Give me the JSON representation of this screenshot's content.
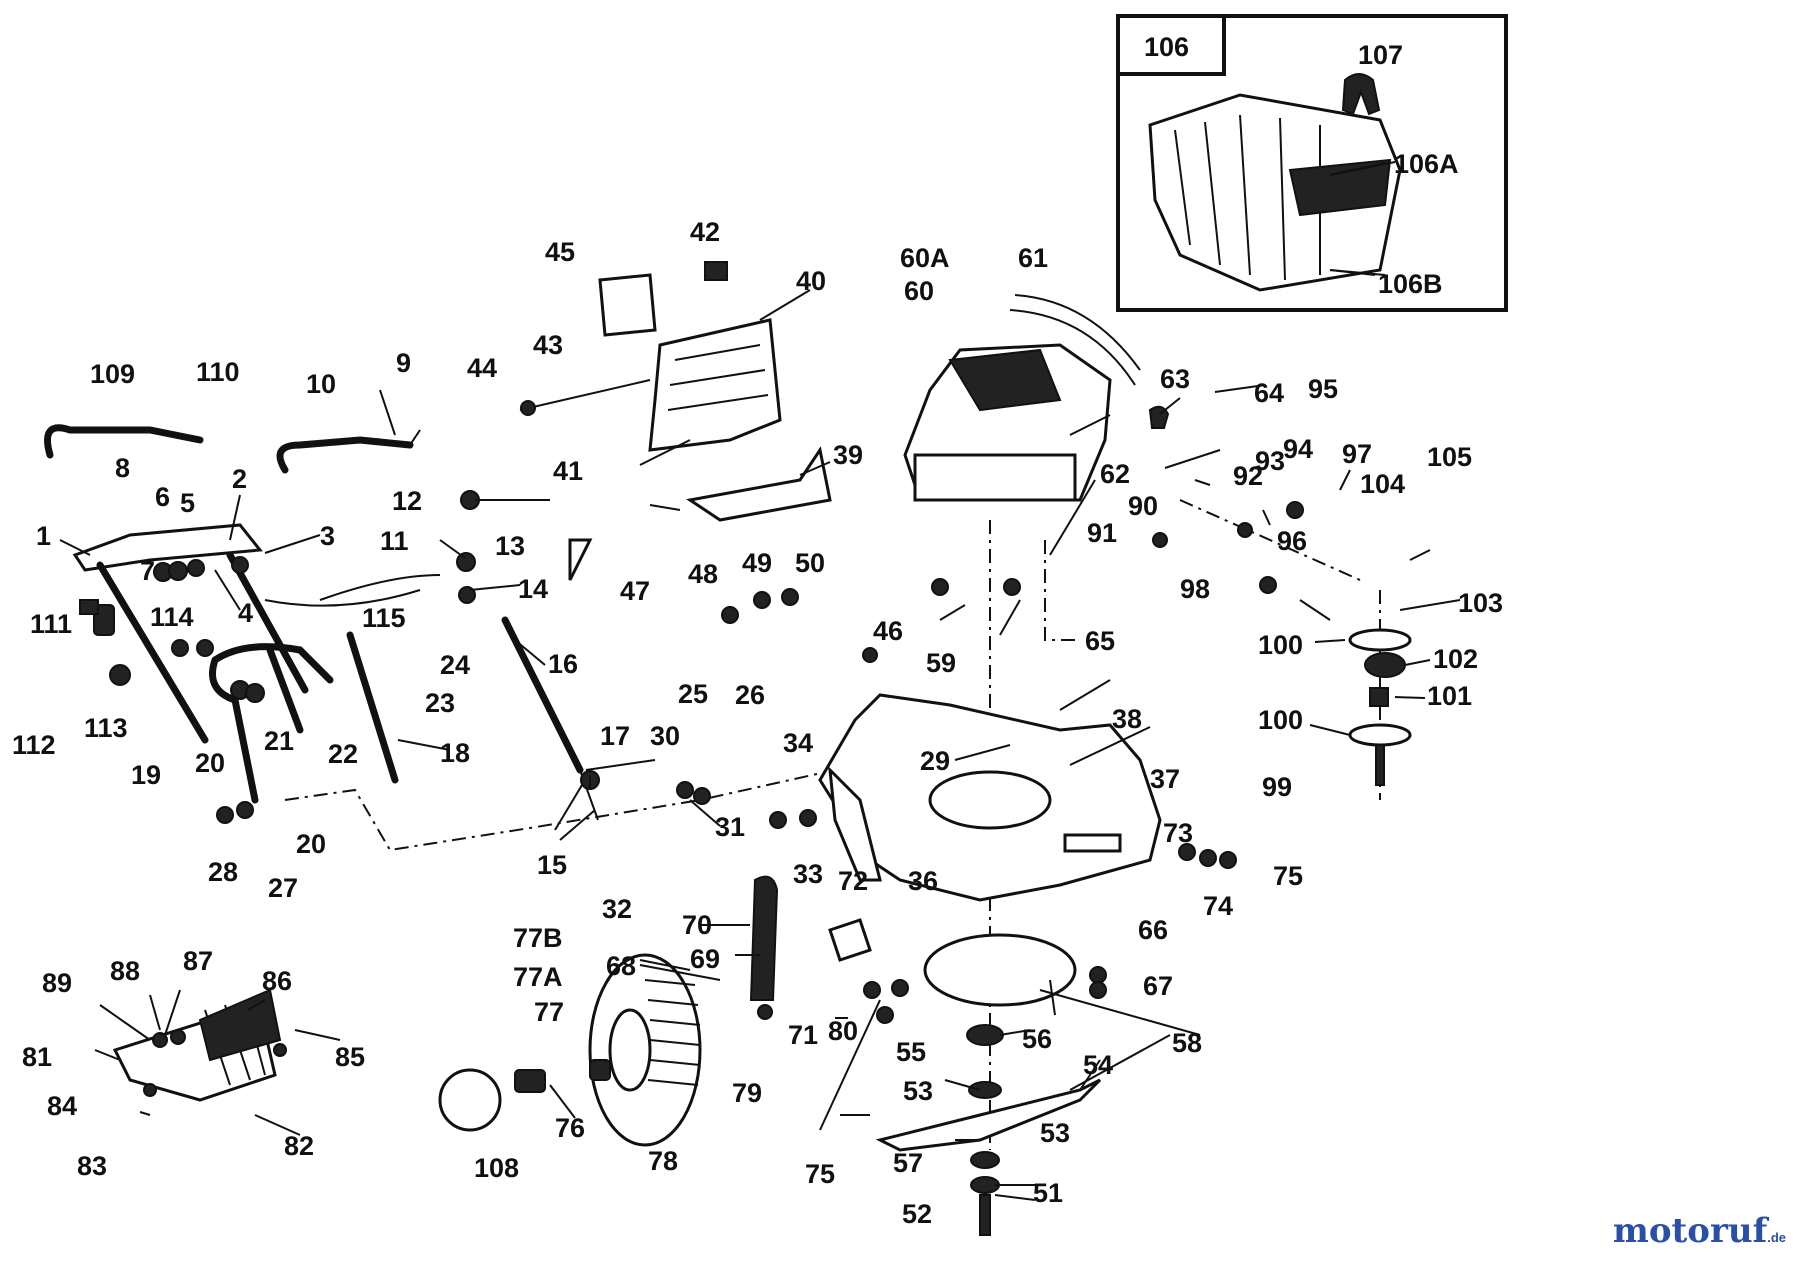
{
  "inset": {
    "title": "106"
  },
  "labels": [
    "1",
    "2",
    "3",
    "4",
    "5",
    "6",
    "7",
    "8",
    "9",
    "10",
    "11",
    "12",
    "13",
    "14",
    "15",
    "16",
    "17",
    "18",
    "19",
    "20",
    "20",
    "21",
    "22",
    "23",
    "24",
    "25",
    "26",
    "27",
    "28",
    "29",
    "30",
    "31",
    "32",
    "33",
    "34",
    "36",
    "37",
    "38",
    "39",
    "40",
    "41",
    "42",
    "43",
    "44",
    "45",
    "46",
    "47",
    "48",
    "49",
    "50",
    "51",
    "52",
    "53",
    "53",
    "54",
    "55",
    "56",
    "57",
    "58",
    "59",
    "60",
    "60A",
    "61",
    "62",
    "63",
    "64",
    "65",
    "66",
    "67",
    "68",
    "69",
    "70",
    "71",
    "72",
    "73",
    "74",
    "75",
    "75",
    "76",
    "77",
    "77A",
    "77B",
    "78",
    "79",
    "80",
    "81",
    "82",
    "83",
    "84",
    "85",
    "86",
    "87",
    "88",
    "89",
    "90",
    "91",
    "92",
    "93",
    "94",
    "95",
    "96",
    "97",
    "98",
    "99",
    "100",
    "100",
    "101",
    "102",
    "103",
    "104",
    "105",
    "106A",
    "106B",
    "107",
    "108",
    "109",
    "110",
    "111",
    "112",
    "113",
    "114",
    "115"
  ],
  "brand": {
    "main": "motoruf",
    "tld": ".de"
  }
}
